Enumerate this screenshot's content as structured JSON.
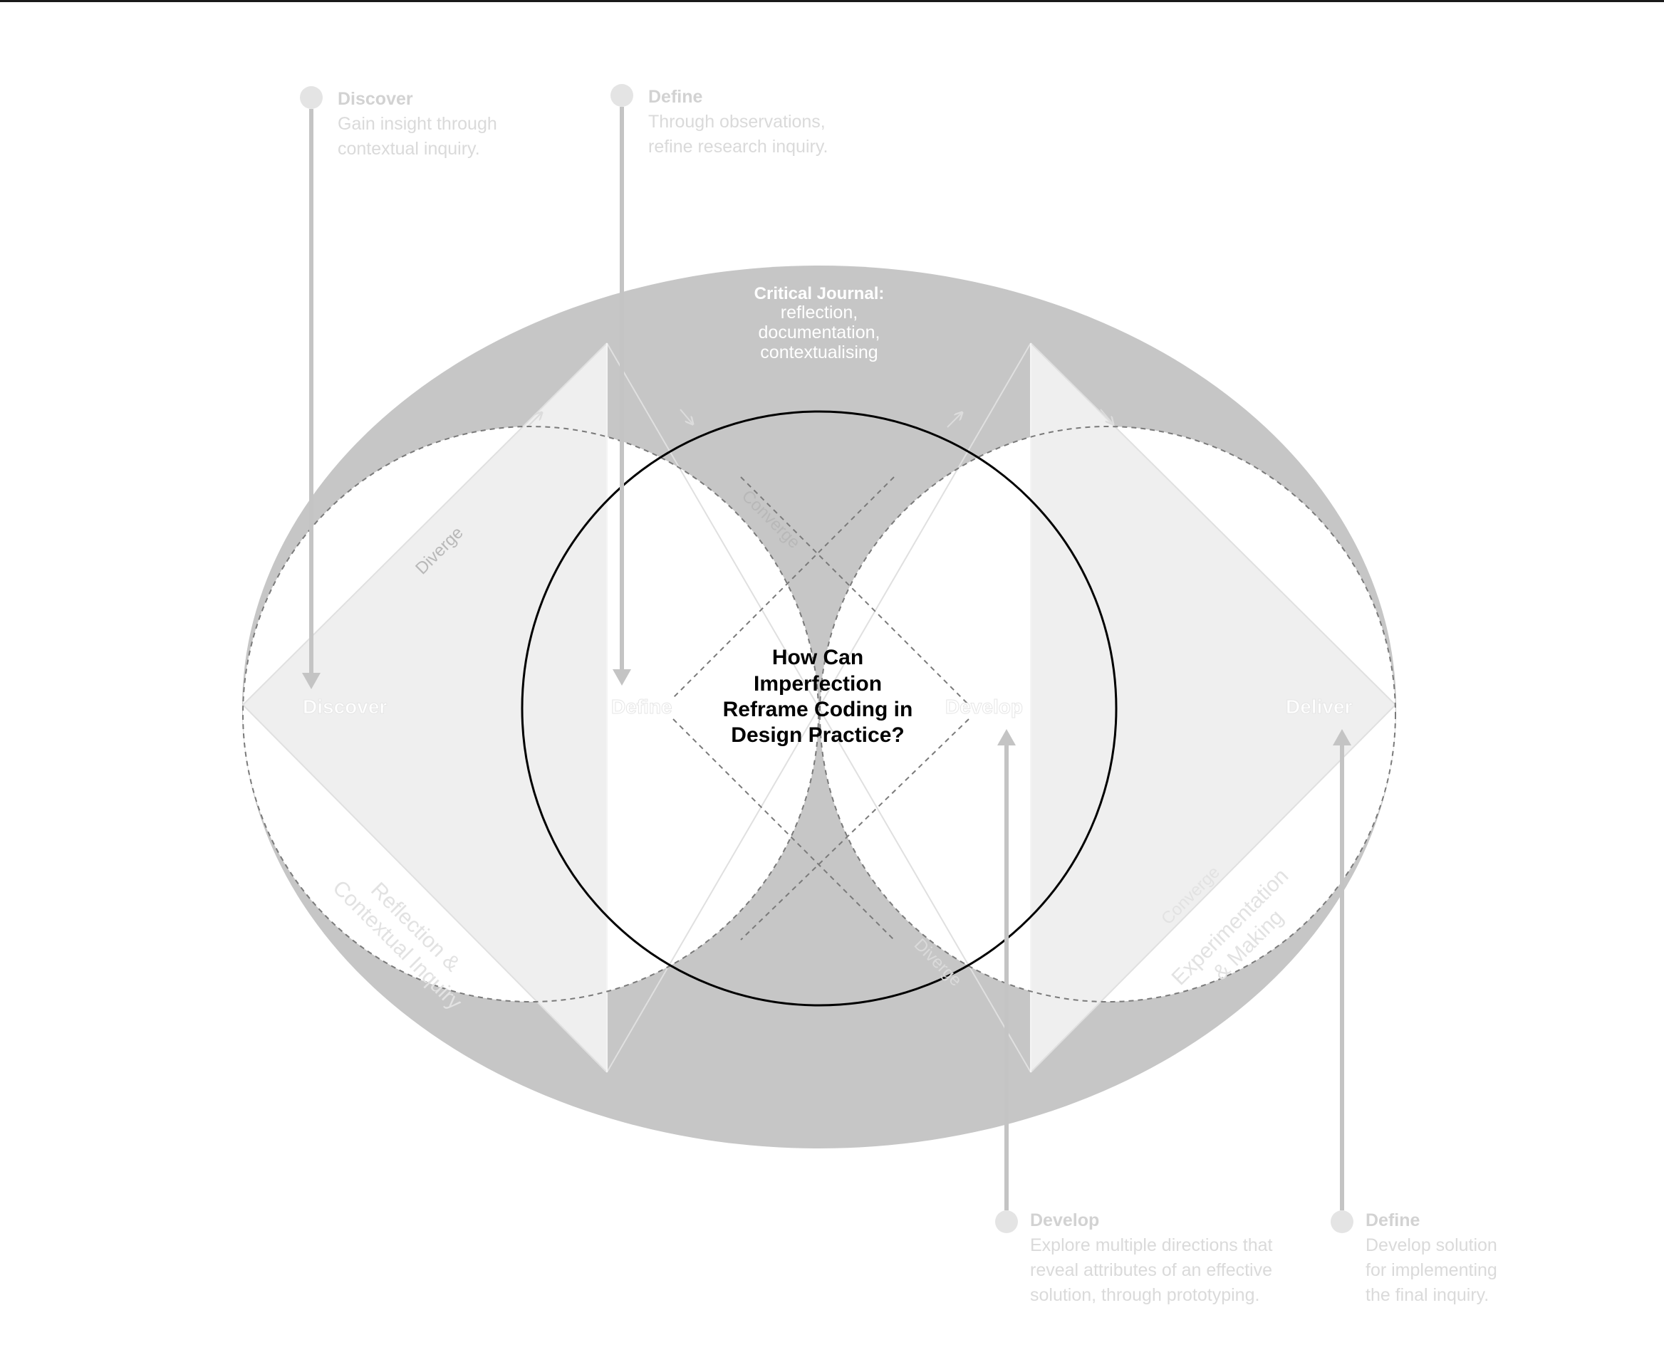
{
  "title": {
    "line1": "How Can",
    "line2": "Imperfection",
    "line3": "Reframe Coding in",
    "line4": "Design Practice?"
  },
  "critical_journal": {
    "label": "Critical Journal:",
    "line1": "reflection,",
    "line2": "documentation,",
    "line3": "contextualising"
  },
  "stages": {
    "discover": "Discover",
    "define": "Define",
    "develop": "Develop",
    "deliver": "Deliver"
  },
  "edge_labels": {
    "diverge_left": "Diverge",
    "converge_center": "Converge",
    "diverge_bottom": "Diverge",
    "converge_right": "Converge",
    "reflection_line1": "Reflection &",
    "reflection_line2": "Contextual Inquiry",
    "experimentation_line1": "Experimentation",
    "experimentation_line2": "& Making"
  },
  "callouts": {
    "discover": {
      "heading": "Discover",
      "text": "Gain insight through\ncontextual inquiry."
    },
    "define_top": {
      "heading": "Define",
      "text": "Through observations,\nrefine research inquiry."
    },
    "develop": {
      "heading": "Develop",
      "text": "Explore multiple directions that\nreveal attributes of an effective\nsolution, through prototyping."
    },
    "define_bottom": {
      "heading": "Define",
      "text": "Develop solution\nfor implementing\nthe final inquiry."
    }
  },
  "colors": {
    "ring": "#c6c6c6",
    "diamond_fill": "#efefef",
    "arrow": "#c4c4c4",
    "faint_text": "#d8d8d8",
    "title": "#000000"
  }
}
